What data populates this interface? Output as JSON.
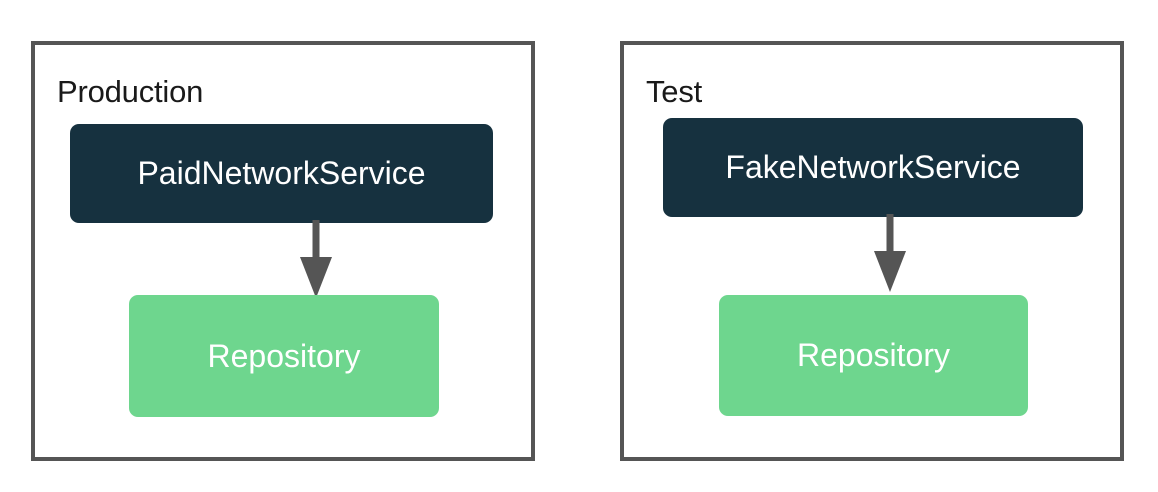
{
  "diagram": {
    "type": "architecture-comparison",
    "colors": {
      "panel_border": "#555555",
      "service_box": "#16313f",
      "repository_box": "#6ed68e",
      "arrow": "#555555",
      "label_text": "#1a1a1a",
      "node_text": "#ffffff",
      "background": "#ffffff"
    },
    "panels": [
      {
        "id": "production",
        "label": "Production",
        "nodes": [
          {
            "id": "paid-network-service",
            "label": "PaidNetworkService",
            "role": "service",
            "style": "dark"
          },
          {
            "id": "repository-production",
            "label": "Repository",
            "role": "repository",
            "style": "green"
          }
        ],
        "edges": [
          {
            "from": "paid-network-service",
            "to": "repository-production",
            "direction": "down",
            "arrowhead": "filled-triangle"
          }
        ]
      },
      {
        "id": "test",
        "label": "Test",
        "nodes": [
          {
            "id": "fake-network-service",
            "label": "FakeNetworkService",
            "role": "service",
            "style": "dark"
          },
          {
            "id": "repository-test",
            "label": "Repository",
            "role": "repository",
            "style": "green"
          }
        ],
        "edges": [
          {
            "from": "fake-network-service",
            "to": "repository-test",
            "direction": "down",
            "arrowhead": "filled-triangle"
          }
        ]
      }
    ]
  }
}
